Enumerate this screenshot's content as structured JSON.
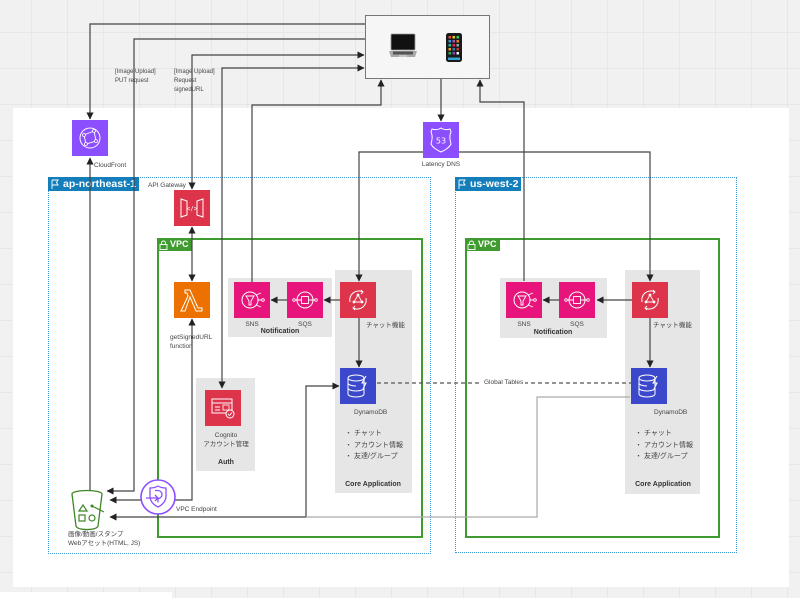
{
  "clients": {
    "laptop_icon": "laptop-icon",
    "phone_icon": "smartphone-icon"
  },
  "annotations": {
    "put_request": [
      "[Image Upload]",
      "PUT request"
    ],
    "signed_url_request": [
      "[Image Upload]",
      "Request",
      "signedURL"
    ]
  },
  "edge": {
    "cloudfront": {
      "label": "CloudFront",
      "icon": "cloudfront-icon"
    },
    "route53": {
      "label": "Latency DNS",
      "icon": "route53-icon",
      "badge": "53"
    }
  },
  "regions": [
    {
      "name": "ap-northeast-1",
      "icon": "flag-icon"
    },
    {
      "name": "us-west-2",
      "icon": "flag-icon"
    }
  ],
  "vpc": {
    "label": "VPC",
    "icon": "lock-icon"
  },
  "api_gateway": {
    "label": "API Gateway",
    "icon": "api-gateway-icon"
  },
  "lambda": {
    "label_lines": [
      "getSignedURL",
      "function"
    ],
    "icon": "lambda-icon"
  },
  "auth": {
    "title": "Auth",
    "cognito_lines": [
      "Cognito",
      "アカウント管理"
    ],
    "icon": "cognito-icon"
  },
  "notification": {
    "title": "Notification",
    "sns": "SNS",
    "sqs": "SQS"
  },
  "core": {
    "title": "Core Application",
    "chat_label": "チャット機能",
    "dynamodb_label": "DynamoDB",
    "items": [
      "チャット",
      "アカウント情報",
      "友達/グループ"
    ]
  },
  "global_tables": "Global Tables",
  "vpc_endpoint": "VPC Endpoint",
  "s3": {
    "lines": [
      "画像/動画/スタンプ",
      "Webアセット(HTML, JS)"
    ],
    "icon": "s3-bucket-icon"
  },
  "colors": {
    "region_blue": "#147eba",
    "vpc_green": "#3f9b2f",
    "networking_purple": "#8c4fff",
    "app_integration_pink": "#e7157b",
    "compute_orange": "#ed7100",
    "security_red": "#dd344c",
    "database_blue": "#3b48cc",
    "storage_green": "#3f8624"
  }
}
